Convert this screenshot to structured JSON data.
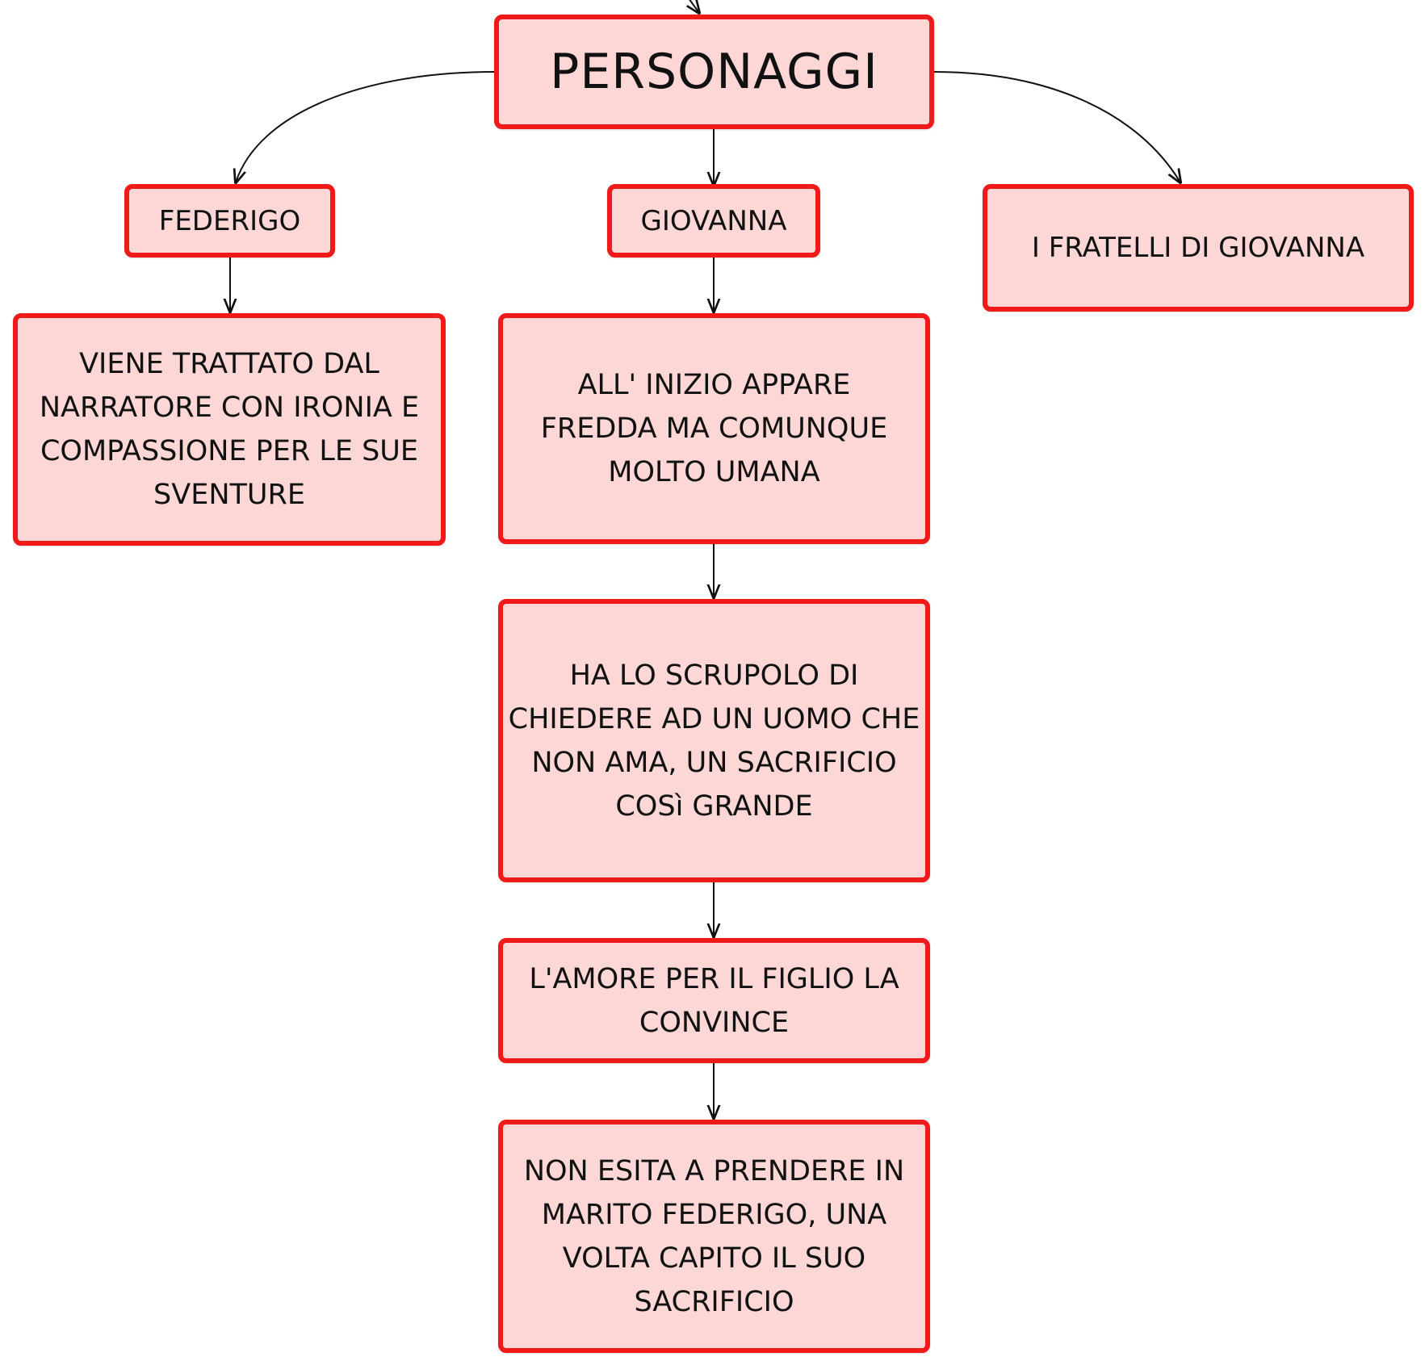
{
  "colors": {
    "node_fill": "#fdd6d6",
    "node_border": "#f01a1a",
    "edge": "#111111"
  },
  "nodes": {
    "personaggi": "PERSONAGGI",
    "federigo": "FEDERIGO",
    "giovanna": "GIOVANNA",
    "fratelli": "I FRATELLI DI GIOVANNA",
    "federigo_desc": "VIENE TRATTATO DAL\nNARRATORE CON IRONIA E\nCOMPASSIONE PER LE SUE\nSVENTURE",
    "giovanna_1": "ALL' INIZIO APPARE\nFREDDA MA COMUNQUE\nMOLTO UMANA",
    "giovanna_2": "HA LO SCRUPOLO DI\nCHIEDERE AD UN UOMO CHE\nNON AMA, UN SACRIFICIO\nCOSì GRANDE",
    "giovanna_3": "L'AMORE PER IL FIGLIO LA\nCONVINCE",
    "giovanna_4": "NON ESITA A PRENDERE IN\nMARITO FEDERIGO, UNA\nVOLTA CAPITO IL SUO\nSACRIFICIO"
  },
  "edges": [
    {
      "from": "personaggi",
      "to": "federigo"
    },
    {
      "from": "personaggi",
      "to": "giovanna"
    },
    {
      "from": "personaggi",
      "to": "fratelli"
    },
    {
      "from": "federigo",
      "to": "federigo_desc"
    },
    {
      "from": "giovanna",
      "to": "giovanna_1"
    },
    {
      "from": "giovanna_1",
      "to": "giovanna_2"
    },
    {
      "from": "giovanna_2",
      "to": "giovanna_3"
    },
    {
      "from": "giovanna_3",
      "to": "giovanna_4"
    }
  ]
}
